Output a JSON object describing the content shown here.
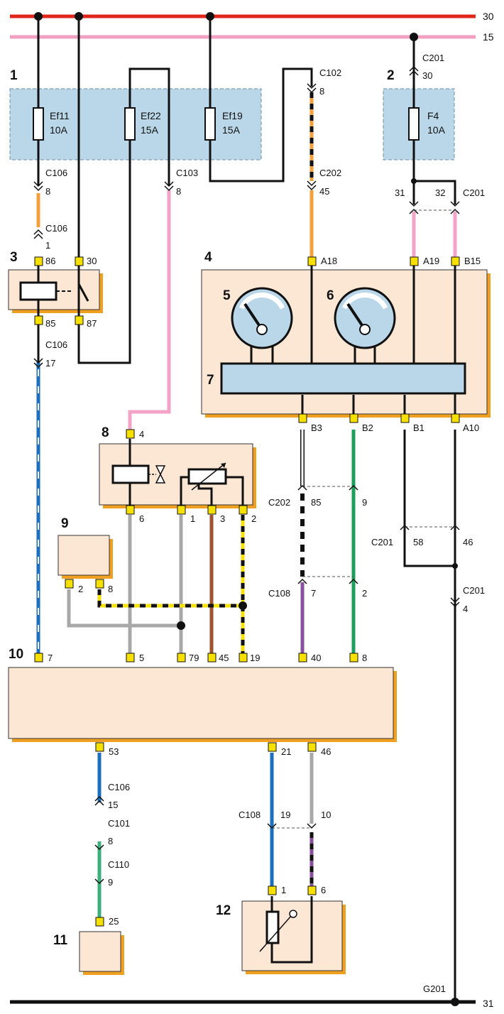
{
  "rails": {
    "r30": "30",
    "r15": "15",
    "r31": "31",
    "ground": "G201"
  },
  "components": {
    "c1": "1",
    "c2": "2",
    "c3": "3",
    "c4": "4",
    "c5": "5",
    "c6": "6",
    "c7": "7",
    "c8": "8",
    "c9": "9",
    "c10": "10",
    "c11": "11",
    "c12": "12"
  },
  "fuses": {
    "ef11_name": "Ef11",
    "ef11_rating": "10A",
    "ef22_name": "Ef22",
    "ef22_rating": "15A",
    "ef19_name": "Ef19",
    "ef19_rating": "15A",
    "f4_name": "F4",
    "f4_rating": "10A"
  },
  "connectors": {
    "c102": "C102",
    "c102_pin": "8",
    "c201_top": "C201",
    "c201_top_pin": "30",
    "c106_a": "C106",
    "c106_a_pin": "8",
    "c103": "C103",
    "c103_pin": "8",
    "c202_top": "C202",
    "c202_top_pin": "45",
    "c201_mid_pin_a": "31",
    "c201_mid_pin_b": "32",
    "c201_mid": "C201",
    "c106_b": "C106",
    "c106_b_pin": "1",
    "relay_86": "86",
    "relay_30": "30",
    "relay_85": "85",
    "relay_87": "87",
    "c106_c": "C106",
    "c106_c_pin": "17",
    "p_a18": "A18",
    "p_a19": "A19",
    "p_b15": "B15",
    "p_b3": "B3",
    "p_b2": "B2",
    "p_b1": "B1",
    "p_a10": "A10",
    "p8_4": "4",
    "p8_6": "6",
    "p8_1": "1",
    "p8_3": "3",
    "p8_2": "2",
    "c202_mid": "C202",
    "c202_mid_pin_a": "85",
    "c202_mid_pin_b": "9",
    "c201_low": "C201",
    "c201_low_pin_a": "58",
    "c201_low_pin_b": "46",
    "c108_a": "C108",
    "c108_a_pin_a": "7",
    "c108_a_pin_b": "2",
    "c201_bot": "C201",
    "c201_bot_pin": "4",
    "p9_2": "2",
    "p9_8": "8",
    "p10_7": "7",
    "p10_5": "5",
    "p10_79": "79",
    "p10_45": "45",
    "p10_19": "19",
    "p10_40": "40",
    "p10_8": "8",
    "p10_53": "53",
    "p10_21": "21",
    "p10_46": "46",
    "c106_d": "C106",
    "c106_d_pin": "15",
    "c101": "C101",
    "c101_pin": "8",
    "c110": "C110",
    "c110_pin": "9",
    "p11_25": "25",
    "c108_b": "C108",
    "c108_b_pin_a": "19",
    "c108_b_pin_b": "10",
    "p12_1": "1",
    "p12_6": "6"
  },
  "colors": {
    "rail30": "#e1251b",
    "rail15": "#f0a0c0",
    "box_fill": "#fce6d4",
    "box_shadow": "#f0a020",
    "fuse_box_fill": "#b9d7e8",
    "wire_orange": "#f3a03c",
    "wire_pink": "#f2a3c7",
    "wire_blue": "#1a6fc0",
    "wire_green": "#1aa05a",
    "wire_gray": "#a8a8a8",
    "wire_brown": "#a0522d",
    "wire_purple": "#8a50a0",
    "pin_yellow": "#f5e000"
  }
}
